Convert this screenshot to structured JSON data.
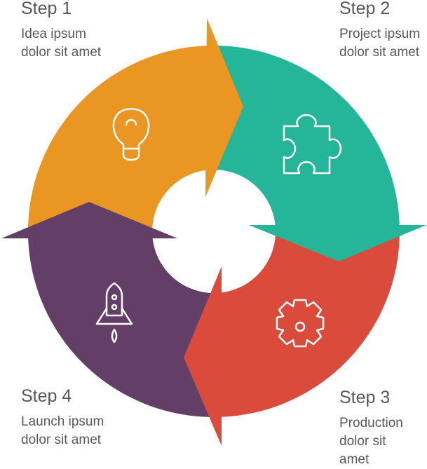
{
  "colors": {
    "step1": "#e99622",
    "step2": "#25b598",
    "step3": "#da4b3b",
    "step4": "#633e67",
    "text": "#58595b"
  },
  "steps": [
    {
      "title": "Step 1",
      "desc": "Idea ipsum dolor sit amet",
      "icon": "lightbulb-icon"
    },
    {
      "title": "Step 2",
      "desc": "Project ipsum dolor sit amet",
      "icon": "puzzle-piece-icon"
    },
    {
      "title": "Step 3",
      "desc": "Production dolor sit amet",
      "icon": "gear-icon"
    },
    {
      "title": "Step 4",
      "desc": "Launch ipsum dolor sit amet",
      "icon": "rocket-icon"
    }
  ]
}
